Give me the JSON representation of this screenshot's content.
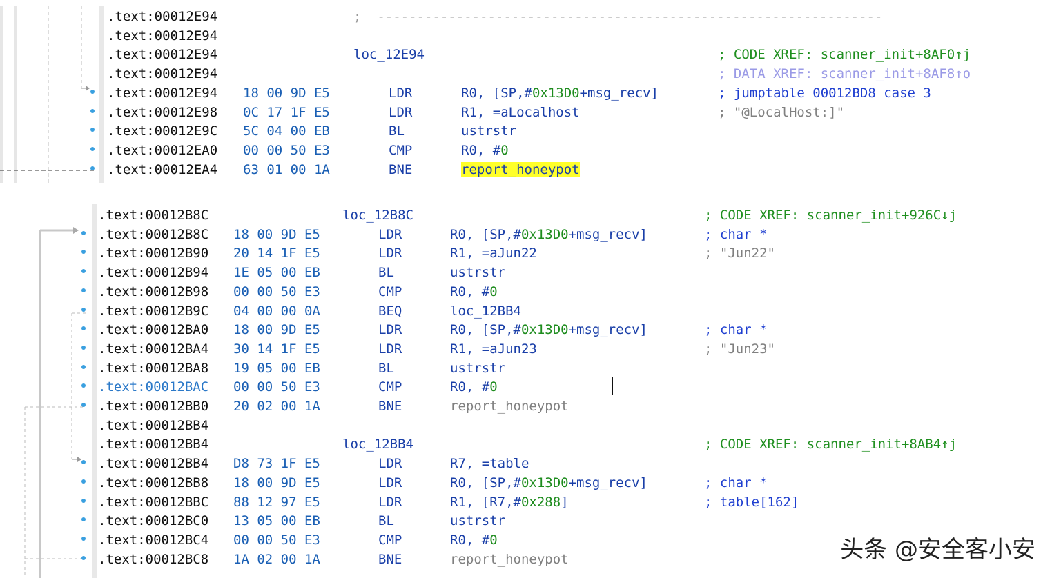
{
  "panel1": {
    "lines": [
      {
        "addr": ".text:00012E94",
        "bytes": "",
        "label": "",
        "mnemonic": "",
        "operand": "",
        "comment": ";  ----------------------------------------------------------------",
        "comment_style": "sep"
      },
      {
        "addr": ".text:00012E94",
        "bytes": "",
        "label": "",
        "mnemonic": "",
        "operand": "",
        "comment": "",
        "comment_style": ""
      },
      {
        "addr": ".text:00012E94",
        "bytes": "",
        "label": "loc_12E94",
        "mnemonic": "",
        "operand": "",
        "comment": "; CODE XREF: scanner_init+8AF0↑j",
        "comment_style": "green"
      },
      {
        "addr": ".text:00012E94",
        "bytes": "",
        "label": "",
        "mnemonic": "",
        "operand": "",
        "comment": "; DATA XREF: scanner_init+8AF8↑o",
        "comment_style": "lav"
      },
      {
        "addr": ".text:00012E94",
        "bytes": "18 00 9D E5",
        "label": "",
        "mnemonic": "LDR",
        "operand": "R0, [SP,#0x13D0+msg_recv]",
        "comment": "; jumptable 00012BD8 case 3",
        "comment_style": "blue"
      },
      {
        "addr": ".text:00012E98",
        "bytes": "0C 17 1F E5",
        "label": "",
        "mnemonic": "LDR",
        "operand": "R1, =aLocalhost",
        "comment": "; \"@LocalHost:]\"",
        "comment_style": "gray"
      },
      {
        "addr": ".text:00012E9C",
        "bytes": "5C 04 00 EB",
        "label": "",
        "mnemonic": "BL",
        "operand": "ustrstr",
        "comment": "",
        "comment_style": ""
      },
      {
        "addr": ".text:00012EA0",
        "bytes": "00 00 50 E3",
        "label": "",
        "mnemonic": "CMP",
        "operand": "R0, #0",
        "comment": "",
        "comment_style": ""
      },
      {
        "addr": ".text:00012EA4",
        "bytes": "63 01 00 1A",
        "label": "",
        "mnemonic": "BNE",
        "operand": "report_honeypot",
        "comment": "",
        "comment_style": "",
        "highlight": true
      }
    ]
  },
  "panel2": {
    "lines": [
      {
        "addr": ".text:00012B8C",
        "bytes": "",
        "label": "loc_12B8C",
        "mnemonic": "",
        "operand": "",
        "comment": "; CODE XREF: scanner_init+926C↓j",
        "comment_style": "green"
      },
      {
        "addr": ".text:00012B8C",
        "bytes": "18 00 9D E5",
        "label": "",
        "mnemonic": "LDR",
        "operand": "R0, [SP,#0x13D0+msg_recv]",
        "comment": "; char *",
        "comment_style": "blue"
      },
      {
        "addr": ".text:00012B90",
        "bytes": "20 14 1F E5",
        "label": "",
        "mnemonic": "LDR",
        "operand": "R1, =aJun22",
        "comment": "; \"Jun22\"",
        "comment_style": "gray"
      },
      {
        "addr": ".text:00012B94",
        "bytes": "1E 05 00 EB",
        "label": "",
        "mnemonic": "BL",
        "operand": "ustrstr",
        "comment": "",
        "comment_style": ""
      },
      {
        "addr": ".text:00012B98",
        "bytes": "00 00 50 E3",
        "label": "",
        "mnemonic": "CMP",
        "operand": "R0, #0",
        "comment": "",
        "comment_style": ""
      },
      {
        "addr": ".text:00012B9C",
        "bytes": "04 00 00 0A",
        "label": "",
        "mnemonic": "BEQ",
        "operand": "loc_12BB4",
        "comment": "",
        "comment_style": ""
      },
      {
        "addr": ".text:00012BA0",
        "bytes": "18 00 9D E5",
        "label": "",
        "mnemonic": "LDR",
        "operand": "R0, [SP,#0x13D0+msg_recv]",
        "comment": "; char *",
        "comment_style": "blue"
      },
      {
        "addr": ".text:00012BA4",
        "bytes": "30 14 1F E5",
        "label": "",
        "mnemonic": "LDR",
        "operand": "R1, =aJun23",
        "comment": "; \"Jun23\"",
        "comment_style": "gray"
      },
      {
        "addr": ".text:00012BA8",
        "bytes": "19 05 00 EB",
        "label": "",
        "mnemonic": "BL",
        "operand": "ustrstr",
        "comment": "",
        "comment_style": ""
      },
      {
        "addr": ".text:00012BAC",
        "bytes": "00 00 50 E3",
        "label": "",
        "mnemonic": "CMP",
        "operand": "R0, #0",
        "comment": "",
        "comment_style": "",
        "selected": true
      },
      {
        "addr": ".text:00012BB0",
        "bytes": "20 02 00 1A",
        "label": "",
        "mnemonic": "BNE",
        "operand": "report_honeypot",
        "comment": "",
        "comment_style": "",
        "dim": true
      },
      {
        "addr": ".text:00012BB4",
        "bytes": "",
        "label": "",
        "mnemonic": "",
        "operand": "",
        "comment": "",
        "comment_style": ""
      },
      {
        "addr": ".text:00012BB4",
        "bytes": "",
        "label": "loc_12BB4",
        "mnemonic": "",
        "operand": "",
        "comment": "; CODE XREF: scanner_init+8AB4↑j",
        "comment_style": "green"
      },
      {
        "addr": ".text:00012BB4",
        "bytes": "D8 73 1F E5",
        "label": "",
        "mnemonic": "LDR",
        "operand": "R7, =table",
        "comment": "",
        "comment_style": ""
      },
      {
        "addr": ".text:00012BB8",
        "bytes": "18 00 9D E5",
        "label": "",
        "mnemonic": "LDR",
        "operand": "R0, [SP,#0x13D0+msg_recv]",
        "comment": "; char *",
        "comment_style": "blue"
      },
      {
        "addr": ".text:00012BBC",
        "bytes": "88 12 97 E5",
        "label": "",
        "mnemonic": "LDR",
        "operand": "R1, [R7,#0x288]",
        "comment": "; table[162]",
        "comment_style": "blue"
      },
      {
        "addr": ".text:00012BC0",
        "bytes": "13 05 00 EB",
        "label": "",
        "mnemonic": "BL",
        "operand": "ustrstr",
        "comment": "",
        "comment_style": ""
      },
      {
        "addr": ".text:00012BC4",
        "bytes": "00 00 50 E3",
        "label": "",
        "mnemonic": "CMP",
        "operand": "R0, #0",
        "comment": "",
        "comment_style": ""
      },
      {
        "addr": ".text:00012BC8",
        "bytes": "1A 02 00 1A",
        "label": "",
        "mnemonic": "BNE",
        "operand": "report_honeypot",
        "comment": "",
        "comment_style": "",
        "dim": true
      }
    ]
  },
  "watermark": "头条 @安全客小安"
}
